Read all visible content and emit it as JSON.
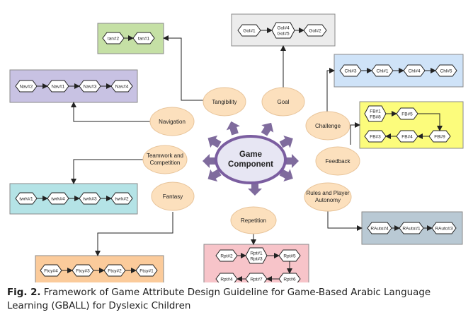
{
  "center": {
    "label_line1": "Game",
    "label_line2": "Component"
  },
  "attributes": {
    "tangibility": {
      "line1": "Tangibility"
    },
    "goal": {
      "line1": "Goal"
    },
    "navigation": {
      "line1": "Navigation"
    },
    "challenge": {
      "line1": "Challenge"
    },
    "teamwork": {
      "line1": "Teamwork and",
      "line2": "Competition"
    },
    "feedback": {
      "line1": "Feedback"
    },
    "fantasy": {
      "line1": "Fantasy"
    },
    "rules": {
      "line1": "Rules and Player",
      "line2": "Autonomy"
    },
    "repetition": {
      "line1": "Repetition"
    }
  },
  "groups": {
    "tangibility": {
      "color": "#c5e0a5",
      "nodes": [
        "tan#2",
        "tan#1"
      ]
    },
    "goal": {
      "color": "#ececec",
      "nodes": [
        "Gol#1",
        "Gol#4\nGol#5",
        "Gol#2"
      ]
    },
    "navigation": {
      "color": "#c8c2e3",
      "nodes": [
        "Nav#2",
        "Nav#1",
        "Nav#3",
        "Nav#4"
      ]
    },
    "challenge": {
      "color": "#cfe3f8",
      "nodes": [
        "Chl#3",
        "Chl#1",
        "Chl#4",
        "Chl#5"
      ]
    },
    "feedback": {
      "color": "#fcfc7c",
      "nodes": [
        "FB#1\nFB#8",
        "FB#5",
        "FB#9",
        "FB#4",
        "FB#3"
      ]
    },
    "teamwork": {
      "color": "#b4e3e6",
      "nodes": [
        "twrk#1",
        "twrk#4",
        "twrk#3",
        "twrk#2"
      ]
    },
    "rules": {
      "color": "#b9c9d4",
      "nodes": [
        "RAuto#4",
        "RAuto#1",
        "RAuto#3"
      ]
    },
    "fantasy": {
      "color": "#fbcb9b",
      "nodes": [
        "Ftcy#4",
        "Ftcy#3",
        "Ftcy#2",
        "Ftcy#1"
      ]
    },
    "repetition": {
      "color": "#f7c4c9",
      "nodes": [
        "Rpt#2",
        "Rpt#1\nRpt#3",
        "Rpt#5",
        "Rpt#6",
        "Rpt#7",
        "Rpt#4"
      ]
    }
  },
  "colors": {
    "ellipse_fill": "#fce0bd",
    "ellipse_stroke": "#e8c49a",
    "center_fill": "#e7e6f3",
    "center_stroke": "#7b5ea0",
    "arrow": "#7f6b9d",
    "line": "#222222"
  },
  "caption": {
    "label": "Fig. 2.",
    "text": "Framework of Game Attribute Design Guideline for Game-Based Arabic Language Learning (GBALL) for Dyslexic Children"
  }
}
